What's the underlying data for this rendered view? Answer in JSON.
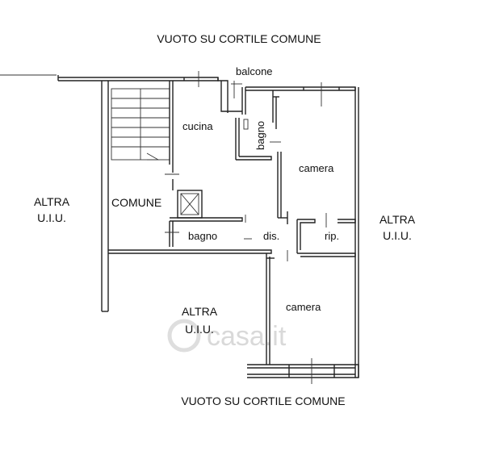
{
  "labels": {
    "top_note": "VUOTO SU CORTILE COMUNE",
    "bottom_note": "VUOTO SU CORTILE COMUNE",
    "balcony": "balcone",
    "kitchen": "cucina",
    "bath_upper": "bagno",
    "bedroom_upper": "camera",
    "common": "COMUNE",
    "bath_lower": "bagno",
    "hall": "dis.",
    "storage": "rip.",
    "bedroom_lower": "camera",
    "other_left_1": "ALTRA",
    "other_left_2": "U.I.U.",
    "other_right_1": "ALTRA",
    "other_right_2": "U.I.U.",
    "other_bottom_1": "ALTRA",
    "other_bottom_2": "U.I.U."
  },
  "watermark": "casa.it",
  "colors": {
    "line": "#222222",
    "watermark": "#d9d9d9"
  }
}
